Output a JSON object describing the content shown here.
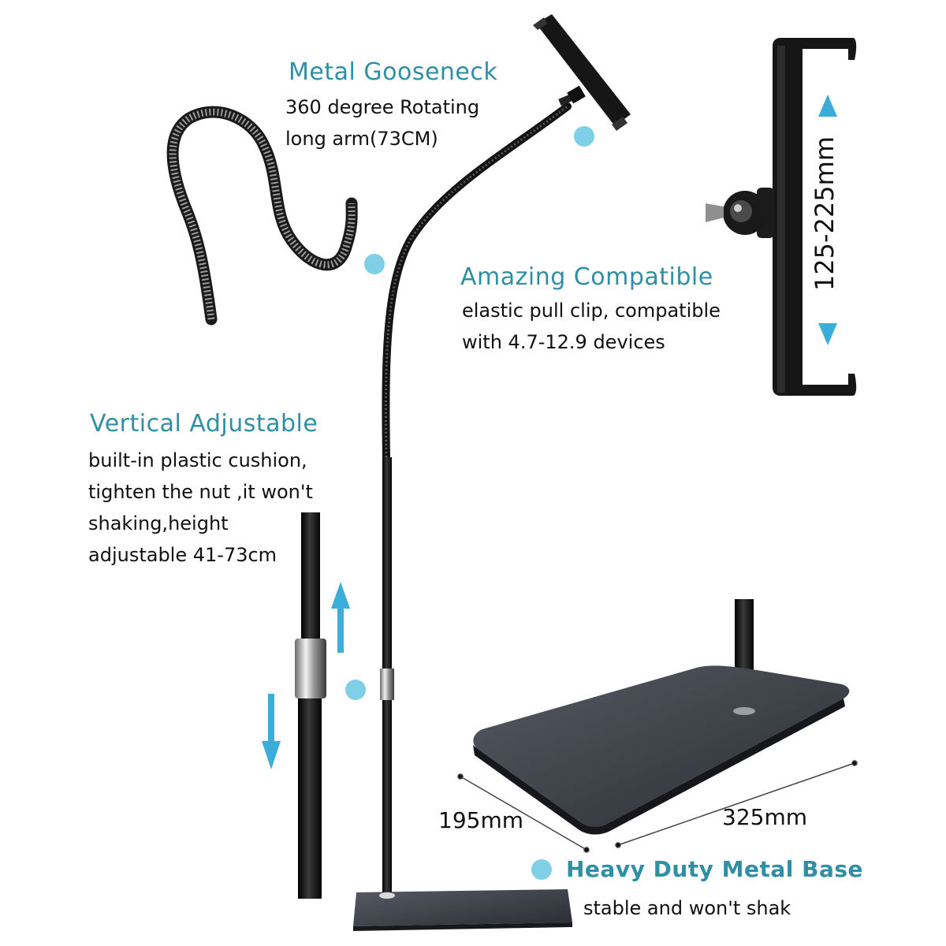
{
  "colors": {
    "accent": "#2f8fa3",
    "dot": "#7fcfe6",
    "arrow": "#3aaed8",
    "metal": "#1b1b1b",
    "base_top": "#3c4048"
  },
  "features": {
    "gooseneck": {
      "title": "Metal Gooseneck",
      "lines": [
        "360 degree Rotating",
        "long arm(73CM)"
      ]
    },
    "compatible": {
      "title": "Amazing Compatible",
      "lines": [
        "elastic pull clip, compatible",
        "with 4.7-12.9 devices"
      ]
    },
    "vertical": {
      "title": "Vertical Adjustable",
      "lines": [
        "built-in plastic cushion,",
        "tighten the nut ,it won't",
        "shaking,height",
        "adjustable 41-73cm"
      ]
    },
    "base": {
      "title": "Heavy Duty Metal Base",
      "lines": [
        "stable and won't shak"
      ]
    }
  },
  "dimensions": {
    "clip_range": "125-225mm",
    "base_width": "195mm",
    "base_length": "325mm"
  }
}
